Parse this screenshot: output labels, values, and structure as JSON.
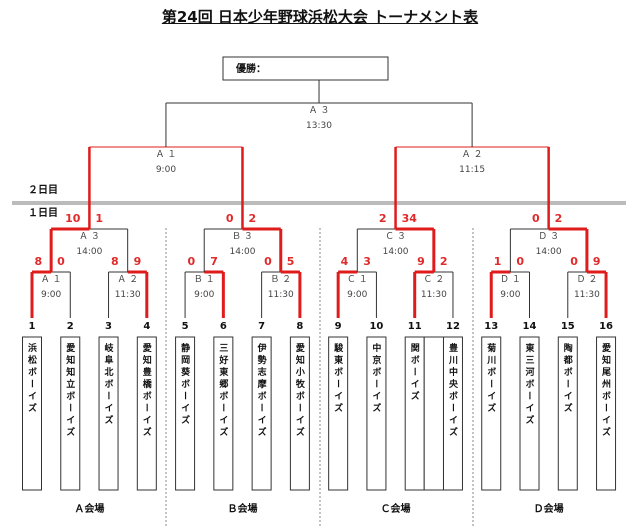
{
  "title": "第24回 日本少年野球浜松大会 トーナメント表",
  "champion_label": "優勝：",
  "day_labels": {
    "day2": "２日目",
    "day1": "１日目"
  },
  "colors": {
    "winner": "#e01b1b",
    "line": "#333333",
    "score": "#e02a2a"
  },
  "teams": [
    {
      "no": "1",
      "name": "浜松ボーイズ"
    },
    {
      "no": "2",
      "name": "愛知知立ボーイズ"
    },
    {
      "no": "3",
      "name": "岐阜北ボーイズ"
    },
    {
      "no": "4",
      "name": "愛知豊橋ボーイズ"
    },
    {
      "no": "5",
      "name": "静岡葵ボーイズ"
    },
    {
      "no": "6",
      "name": "三好東郷ボーイズ"
    },
    {
      "no": "7",
      "name": "伊勢志摩ボーイズ"
    },
    {
      "no": "8",
      "name": "愛知小牧ボーイズ"
    },
    {
      "no": "9",
      "name": "駿東ボーイズ"
    },
    {
      "no": "10",
      "name": "中京ボーイズ"
    },
    {
      "no": "11",
      "name": "関ボーイズ"
    },
    {
      "no": "12",
      "name": "豊川中央ボーイズ"
    },
    {
      "no": "13",
      "name": "菊川ボーイズ"
    },
    {
      "no": "14",
      "name": "東三河ボーイズ"
    },
    {
      "no": "15",
      "name": "陶都ボーイズ"
    },
    {
      "no": "16",
      "name": "愛知尾州ボーイズ"
    }
  ],
  "round1": [
    {
      "label": "Ａ １",
      "time": "9:00",
      "scores": [
        "8",
        "0"
      ],
      "winner": 0
    },
    {
      "label": "Ａ ２",
      "time": "11:30",
      "scores": [
        "8",
        "9"
      ],
      "winner": 1
    },
    {
      "label": "Ｂ １",
      "time": "9:00",
      "scores": [
        "0",
        "7"
      ],
      "winner": 1
    },
    {
      "label": "Ｂ ２",
      "time": "11:30",
      "scores": [
        "0",
        "5"
      ],
      "winner": 1
    },
    {
      "label": "Ｃ １",
      "time": "9:00",
      "scores": [
        "4",
        "3"
      ],
      "winner": 0
    },
    {
      "label": "Ｃ ２",
      "time": "11:30",
      "scores": [
        "9",
        "2"
      ],
      "winner": 0
    },
    {
      "label": "Ｄ １",
      "time": "9:00",
      "scores": [
        "1",
        "0"
      ],
      "winner": 0
    },
    {
      "label": "Ｄ ２",
      "time": "11:30",
      "scores": [
        "0",
        "9"
      ],
      "winner": 1
    }
  ],
  "round2": [
    {
      "label": "Ａ ３",
      "time": "14:00",
      "scores": [
        "10",
        "1"
      ],
      "winner": 0
    },
    {
      "label": "Ｂ ３",
      "time": "14:00",
      "scores": [
        "0",
        "2"
      ],
      "winner": 1
    },
    {
      "label": "Ｃ ３",
      "time": "14:00",
      "scores": [
        "2",
        "34"
      ],
      "winner": 1
    },
    {
      "label": "Ｄ ３",
      "time": "14:00",
      "scores": [
        "0",
        "2"
      ],
      "winner": 1
    }
  ],
  "semifinals": [
    {
      "label": "Ａ １",
      "time": "9:00"
    },
    {
      "label": "Ａ ２",
      "time": "11:15"
    }
  ],
  "final": {
    "label": "Ａ ３",
    "time": "13:30"
  },
  "venues": [
    "Ａ会場",
    "Ｂ会場",
    "Ｃ会場",
    "Ｄ会場"
  ]
}
